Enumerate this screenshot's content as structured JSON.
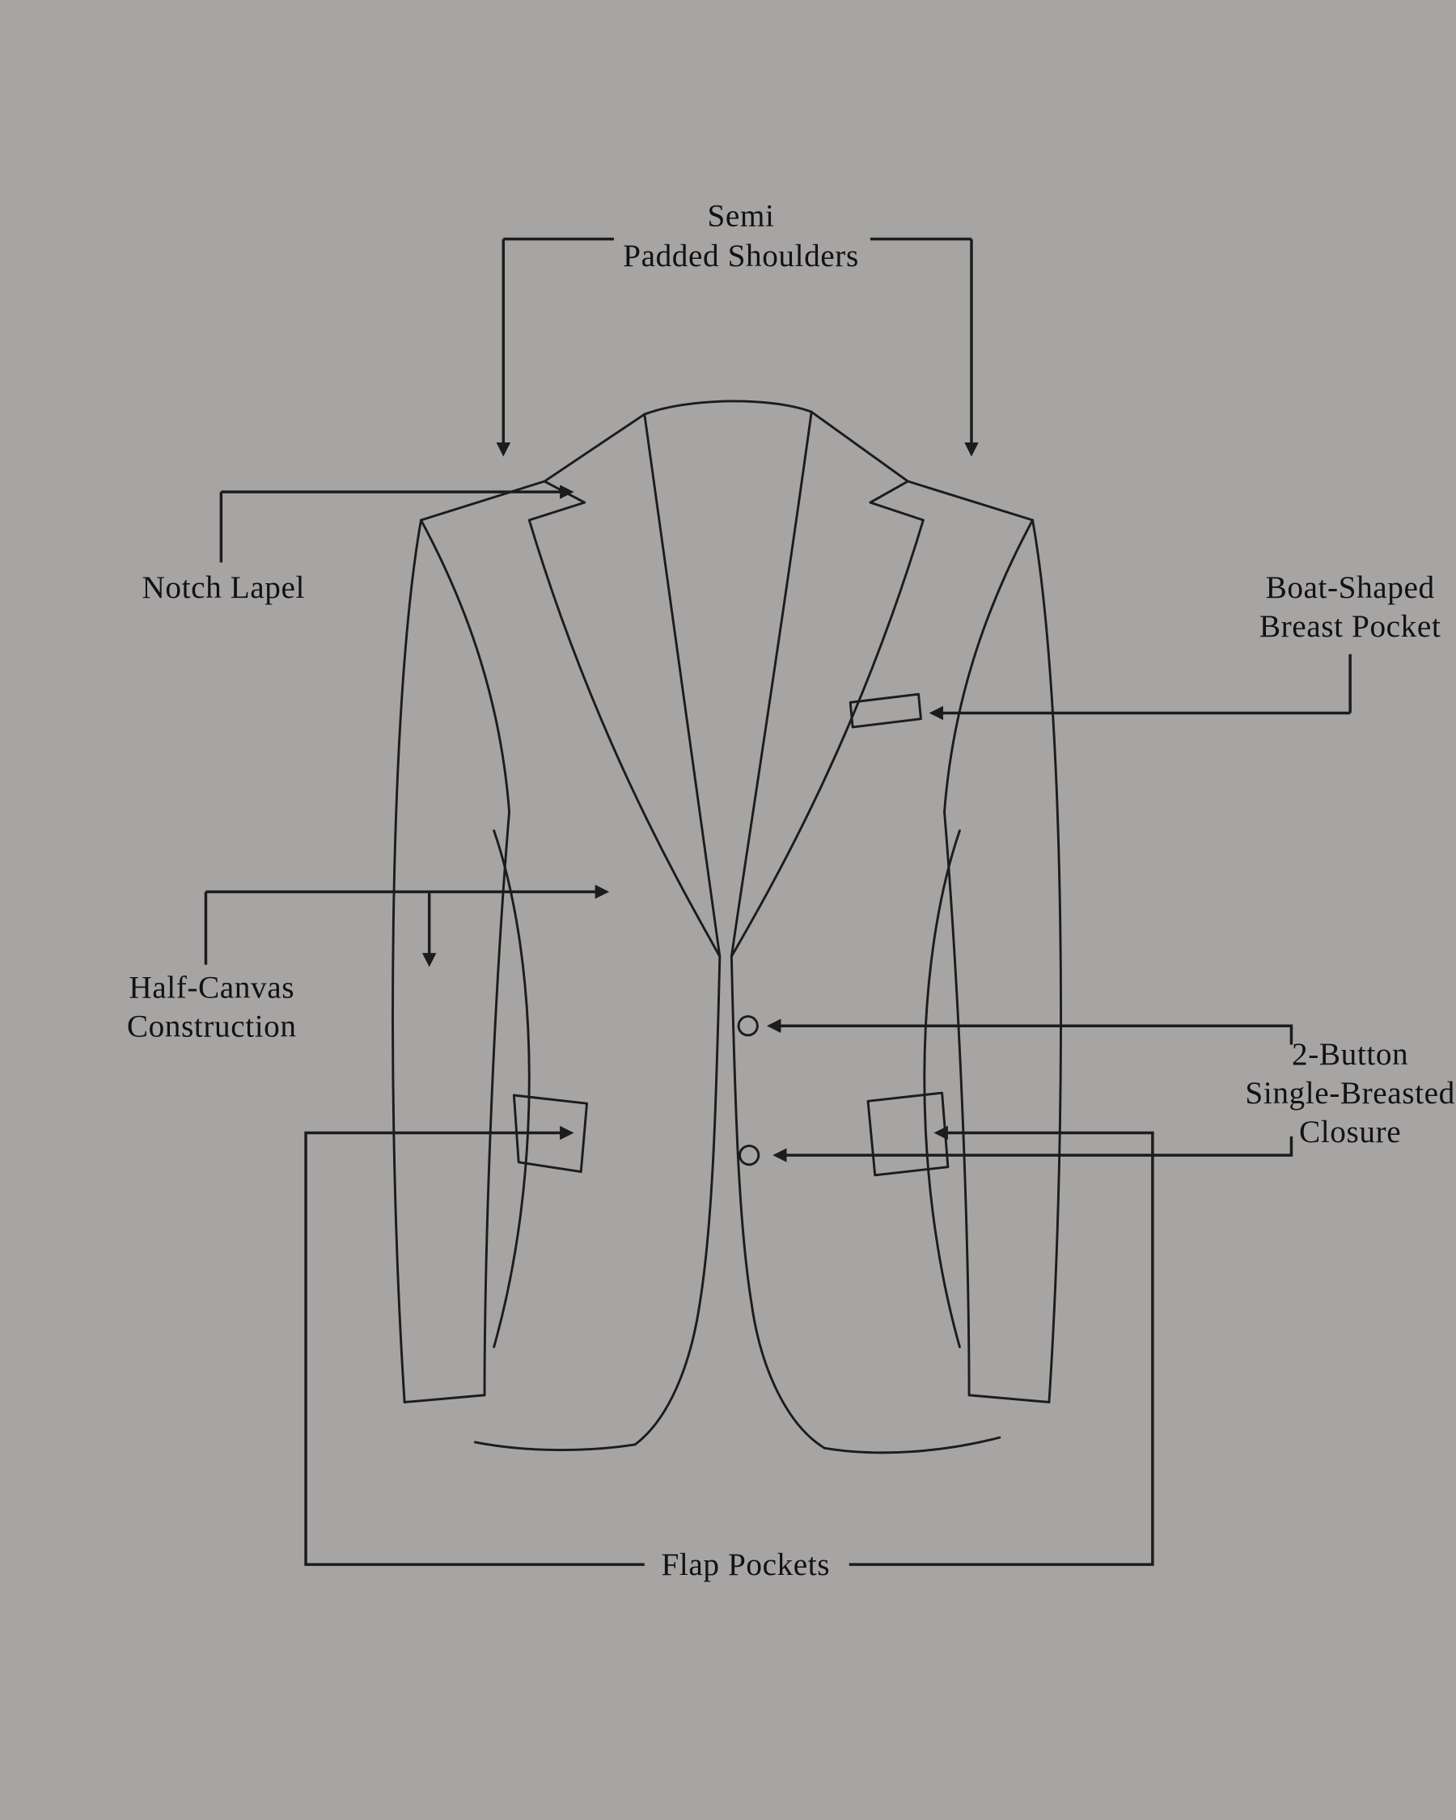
{
  "diagram": {
    "colors": {
      "background": "#a7a4a4",
      "ink": "#1c1c1c",
      "text": "#121212"
    },
    "labels": {
      "shoulders": {
        "line1": "Semi",
        "line2": "Padded Shoulders"
      },
      "lapel": {
        "line1": "Notch Lapel"
      },
      "breast_pocket": {
        "line1": "Boat-Shaped",
        "line2": "Breast Pocket"
      },
      "canvas": {
        "line1": "Half-Canvas",
        "line2": "Construction"
      },
      "closure": {
        "line1": "2-Button",
        "line2": "Single-Breasted",
        "line3": "Closure"
      },
      "flap_pockets": {
        "line1": "Flap Pockets"
      }
    }
  }
}
